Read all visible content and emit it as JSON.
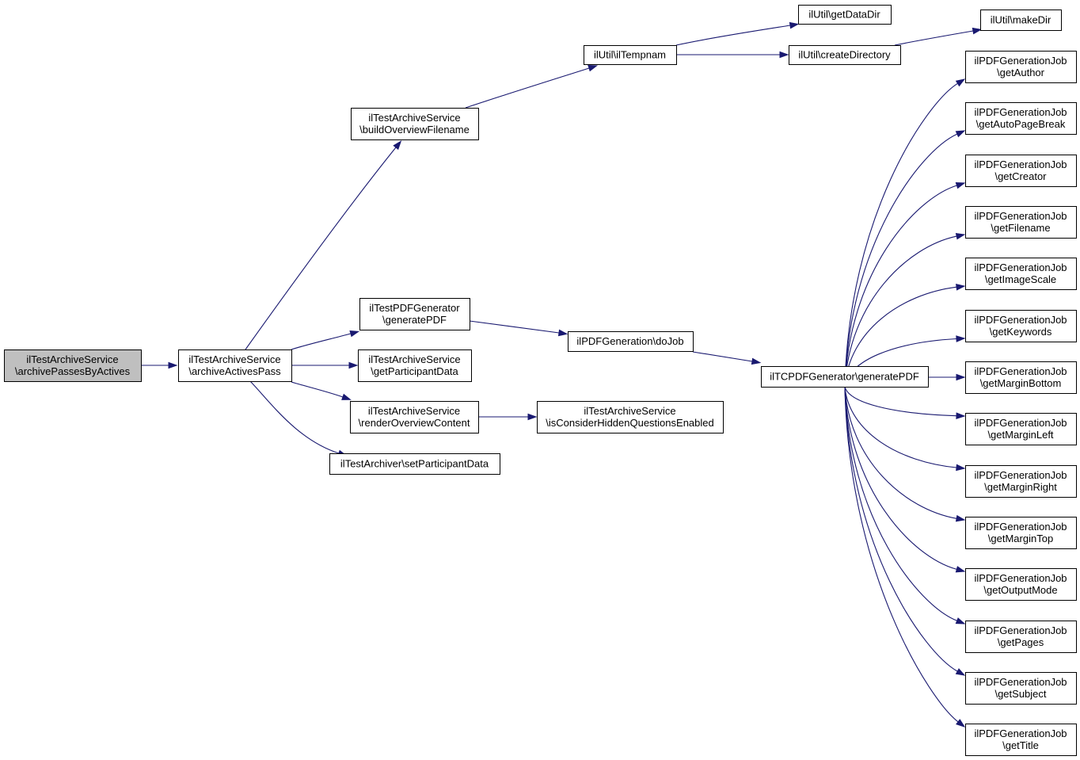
{
  "graph": {
    "edge_color": "#191970",
    "root_fill": "#bfbfbf",
    "nodes": [
      {
        "id": "root",
        "lines": [
          "ilTestArchiveService",
          "\\archivePassesByActives"
        ],
        "root": true
      },
      {
        "id": "aap",
        "lines": [
          "ilTestArchiveService",
          "\\archiveActivesPass"
        ]
      },
      {
        "id": "bof",
        "lines": [
          "ilTestArchiveService",
          "\\buildOverviewFilename"
        ]
      },
      {
        "id": "tpg",
        "lines": [
          "ilTestPDFGenerator",
          "\\generatePDF"
        ]
      },
      {
        "id": "gpd",
        "lines": [
          "ilTestArchiveService",
          "\\getParticipantData"
        ]
      },
      {
        "id": "roc",
        "lines": [
          "ilTestArchiveService",
          "\\renderOverviewContent"
        ]
      },
      {
        "id": "spd",
        "lines": [
          "ilTestArchiver\\setParticipantData"
        ]
      },
      {
        "id": "tmp",
        "lines": [
          "ilUtil\\ilTempnam"
        ]
      },
      {
        "id": "gdd",
        "lines": [
          "ilUtil\\getDataDir"
        ]
      },
      {
        "id": "cdir",
        "lines": [
          "ilUtil\\createDirectory"
        ]
      },
      {
        "id": "mkd",
        "lines": [
          "ilUtil\\makeDir"
        ]
      },
      {
        "id": "dojob",
        "lines": [
          "ilPDFGeneration\\doJob"
        ]
      },
      {
        "id": "ichq",
        "lines": [
          "ilTestArchiveService",
          "\\isConsiderHiddenQuestionsEnabled"
        ]
      },
      {
        "id": "tcpdf",
        "lines": [
          "ilTCPDFGenerator\\generatePDF"
        ]
      },
      {
        "id": "j_author",
        "lines": [
          "ilPDFGenerationJob",
          "\\getAuthor"
        ]
      },
      {
        "id": "j_apb",
        "lines": [
          "ilPDFGenerationJob",
          "\\getAutoPageBreak"
        ]
      },
      {
        "id": "j_creator",
        "lines": [
          "ilPDFGenerationJob",
          "\\getCreator"
        ]
      },
      {
        "id": "j_filename",
        "lines": [
          "ilPDFGenerationJob",
          "\\getFilename"
        ]
      },
      {
        "id": "j_imgscale",
        "lines": [
          "ilPDFGenerationJob",
          "\\getImageScale"
        ]
      },
      {
        "id": "j_keywords",
        "lines": [
          "ilPDFGenerationJob",
          "\\getKeywords"
        ]
      },
      {
        "id": "j_mbottom",
        "lines": [
          "ilPDFGenerationJob",
          "\\getMarginBottom"
        ]
      },
      {
        "id": "j_mleft",
        "lines": [
          "ilPDFGenerationJob",
          "\\getMarginLeft"
        ]
      },
      {
        "id": "j_mright",
        "lines": [
          "ilPDFGenerationJob",
          "\\getMarginRight"
        ]
      },
      {
        "id": "j_mtop",
        "lines": [
          "ilPDFGenerationJob",
          "\\getMarginTop"
        ]
      },
      {
        "id": "j_outmode",
        "lines": [
          "ilPDFGenerationJob",
          "\\getOutputMode"
        ]
      },
      {
        "id": "j_pages",
        "lines": [
          "ilPDFGenerationJob",
          "\\getPages"
        ]
      },
      {
        "id": "j_subject",
        "lines": [
          "ilPDFGenerationJob",
          "\\getSubject"
        ]
      },
      {
        "id": "j_title",
        "lines": [
          "ilPDFGenerationJob",
          "\\getTitle"
        ]
      }
    ],
    "edges": [
      [
        "root",
        "aap"
      ],
      [
        "aap",
        "bof"
      ],
      [
        "aap",
        "tpg"
      ],
      [
        "aap",
        "gpd"
      ],
      [
        "aap",
        "roc"
      ],
      [
        "aap",
        "spd"
      ],
      [
        "bof",
        "tmp"
      ],
      [
        "tmp",
        "gdd"
      ],
      [
        "tmp",
        "cdir"
      ],
      [
        "cdir",
        "mkd"
      ],
      [
        "tpg",
        "dojob"
      ],
      [
        "roc",
        "ichq"
      ],
      [
        "dojob",
        "tcpdf"
      ],
      [
        "tcpdf",
        "j_author"
      ],
      [
        "tcpdf",
        "j_apb"
      ],
      [
        "tcpdf",
        "j_creator"
      ],
      [
        "tcpdf",
        "j_filename"
      ],
      [
        "tcpdf",
        "j_imgscale"
      ],
      [
        "tcpdf",
        "j_keywords"
      ],
      [
        "tcpdf",
        "j_mbottom"
      ],
      [
        "tcpdf",
        "j_mleft"
      ],
      [
        "tcpdf",
        "j_mright"
      ],
      [
        "tcpdf",
        "j_mtop"
      ],
      [
        "tcpdf",
        "j_outmode"
      ],
      [
        "tcpdf",
        "j_pages"
      ],
      [
        "tcpdf",
        "j_subject"
      ],
      [
        "tcpdf",
        "j_title"
      ]
    ]
  }
}
